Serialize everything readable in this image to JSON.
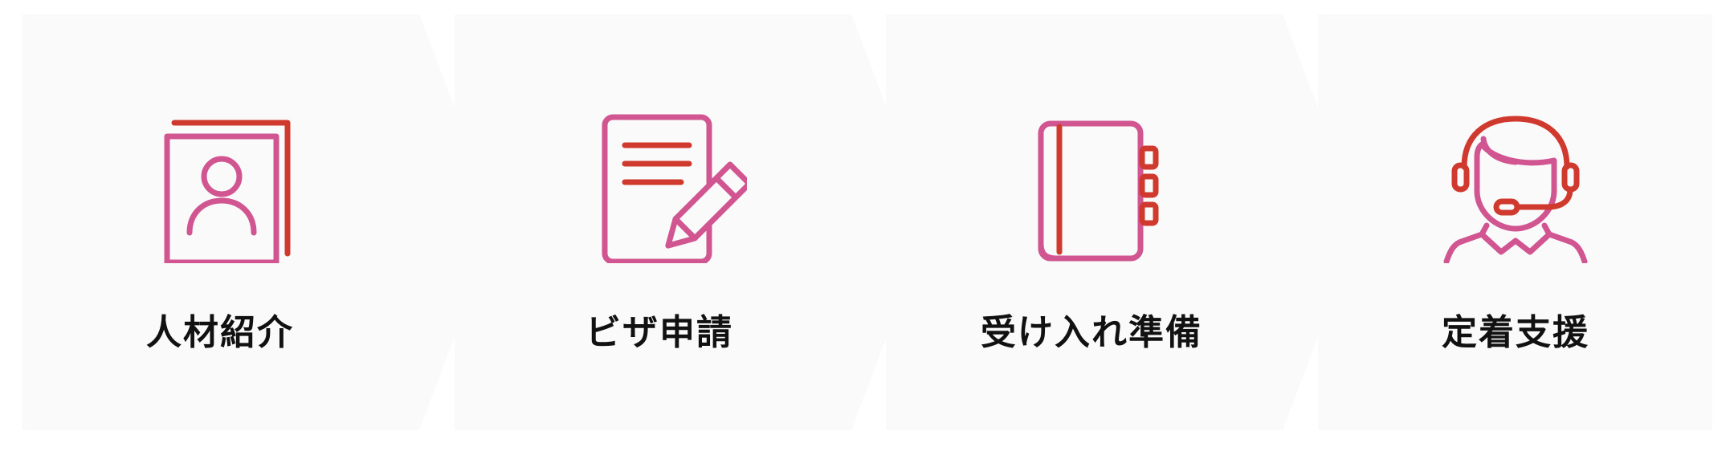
{
  "colors": {
    "pink": "#d05590",
    "red": "#d03a2e",
    "panel": "#fafafa",
    "text": "#111111"
  },
  "steps": [
    {
      "label": "人材紹介",
      "icon": "person-profile-card-icon"
    },
    {
      "label": "ビザ申請",
      "icon": "document-with-pencil-icon"
    },
    {
      "label": "受け入れ準備",
      "icon": "notebook-icon"
    },
    {
      "label": "定着支援",
      "icon": "support-operator-headset-icon"
    }
  ]
}
